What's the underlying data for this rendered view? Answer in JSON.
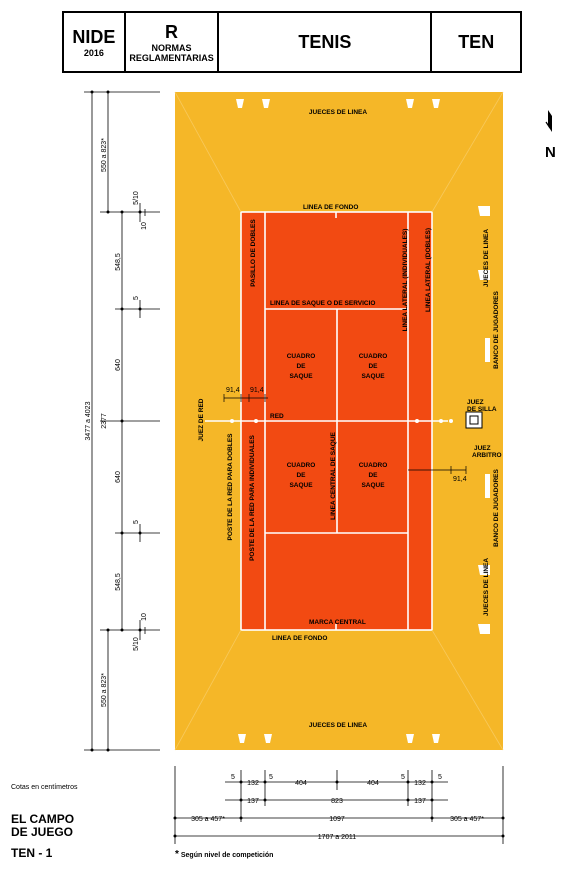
{
  "header": {
    "code": "NIDE",
    "year": "2016",
    "section_letter": "R",
    "section_name_1": "NORMAS",
    "section_name_2": "REGLAMENTARIAS",
    "sport": "TENIS",
    "sport_code": "TEN"
  },
  "compass": {
    "north": "N"
  },
  "court_labels": {
    "jueces_linea_top": "JUECES DE LINEA",
    "jueces_linea_bottom": "JUECES DE LINEA",
    "jueces_linea_right_top": "JUECES DE LINEA",
    "jueces_linea_right_bottom": "JUECES DE LINEA",
    "banco_top": "BANCO DE JUGADORES",
    "banco_bottom": "BANCO DE JUGADORES",
    "linea_fondo_top": "LINEA DE FONDO",
    "linea_fondo_bottom": "LINEA DE FONDO",
    "linea_saque": "LINEA DE SAQUE O DE SERVICIO",
    "pasillo": "PASILLO DE DOBLES",
    "lateral_ind": "LINEA LATERAL (INDIVIDUALES)",
    "lateral_dob": "LINEA LATERAL (DOBLES)",
    "cuadro": [
      "CUADRO",
      "DE",
      "SAQUE"
    ],
    "red": "RED",
    "juez_red": "JUEZ DE RED",
    "poste_dobles": "POSTE DE LA RED PARA DOBLES",
    "poste_ind": "POSTE DE LA RED PARA INDIVIDUALES",
    "linea_central": "LINEA CENTRAL DE SAQUE",
    "marca_central": "MARCA CENTRAL",
    "juez_silla": [
      "JUEZ",
      "DE SILLA"
    ],
    "juez_arbitro": [
      "JUEZ",
      "ARBITRO"
    ]
  },
  "dimensions_left": {
    "total": "3477  a  4023",
    "top_run": "550  a  823*",
    "bottom_run": "550  a  823*",
    "half": "2377",
    "d548_top": "548,5",
    "d548_bottom": "548,5",
    "d640_top": "640",
    "d640_bottom": "640",
    "five_ten_top": "5/10",
    "five_ten_bottom": "5/10",
    "ten_top": "10",
    "ten_bottom": "10",
    "five_top": "5",
    "five_bottom": "5"
  },
  "dimensions_small": {
    "d914_a": "91,4",
    "d914_b": "91,4",
    "d914_c": "91,4"
  },
  "dimensions_bottom": {
    "row1": [
      "5",
      "132",
      "5",
      "404",
      "404",
      "5",
      "132",
      "5"
    ],
    "row2": [
      "137",
      "823",
      "137"
    ],
    "row3": [
      "305  a  457*",
      "1097",
      "305  a  457*"
    ],
    "row4": "1707  a  2011"
  },
  "footer": {
    "cotas": "Cotas en centímetros",
    "title_1": "EL CAMPO",
    "title_2": "DE JUEGO",
    "code": "TEN - 1",
    "star_note": "Según nivel de competición"
  },
  "colors": {
    "apron": "#F5B728",
    "court": "#F24A12",
    "lines": "#FFFFFF"
  }
}
